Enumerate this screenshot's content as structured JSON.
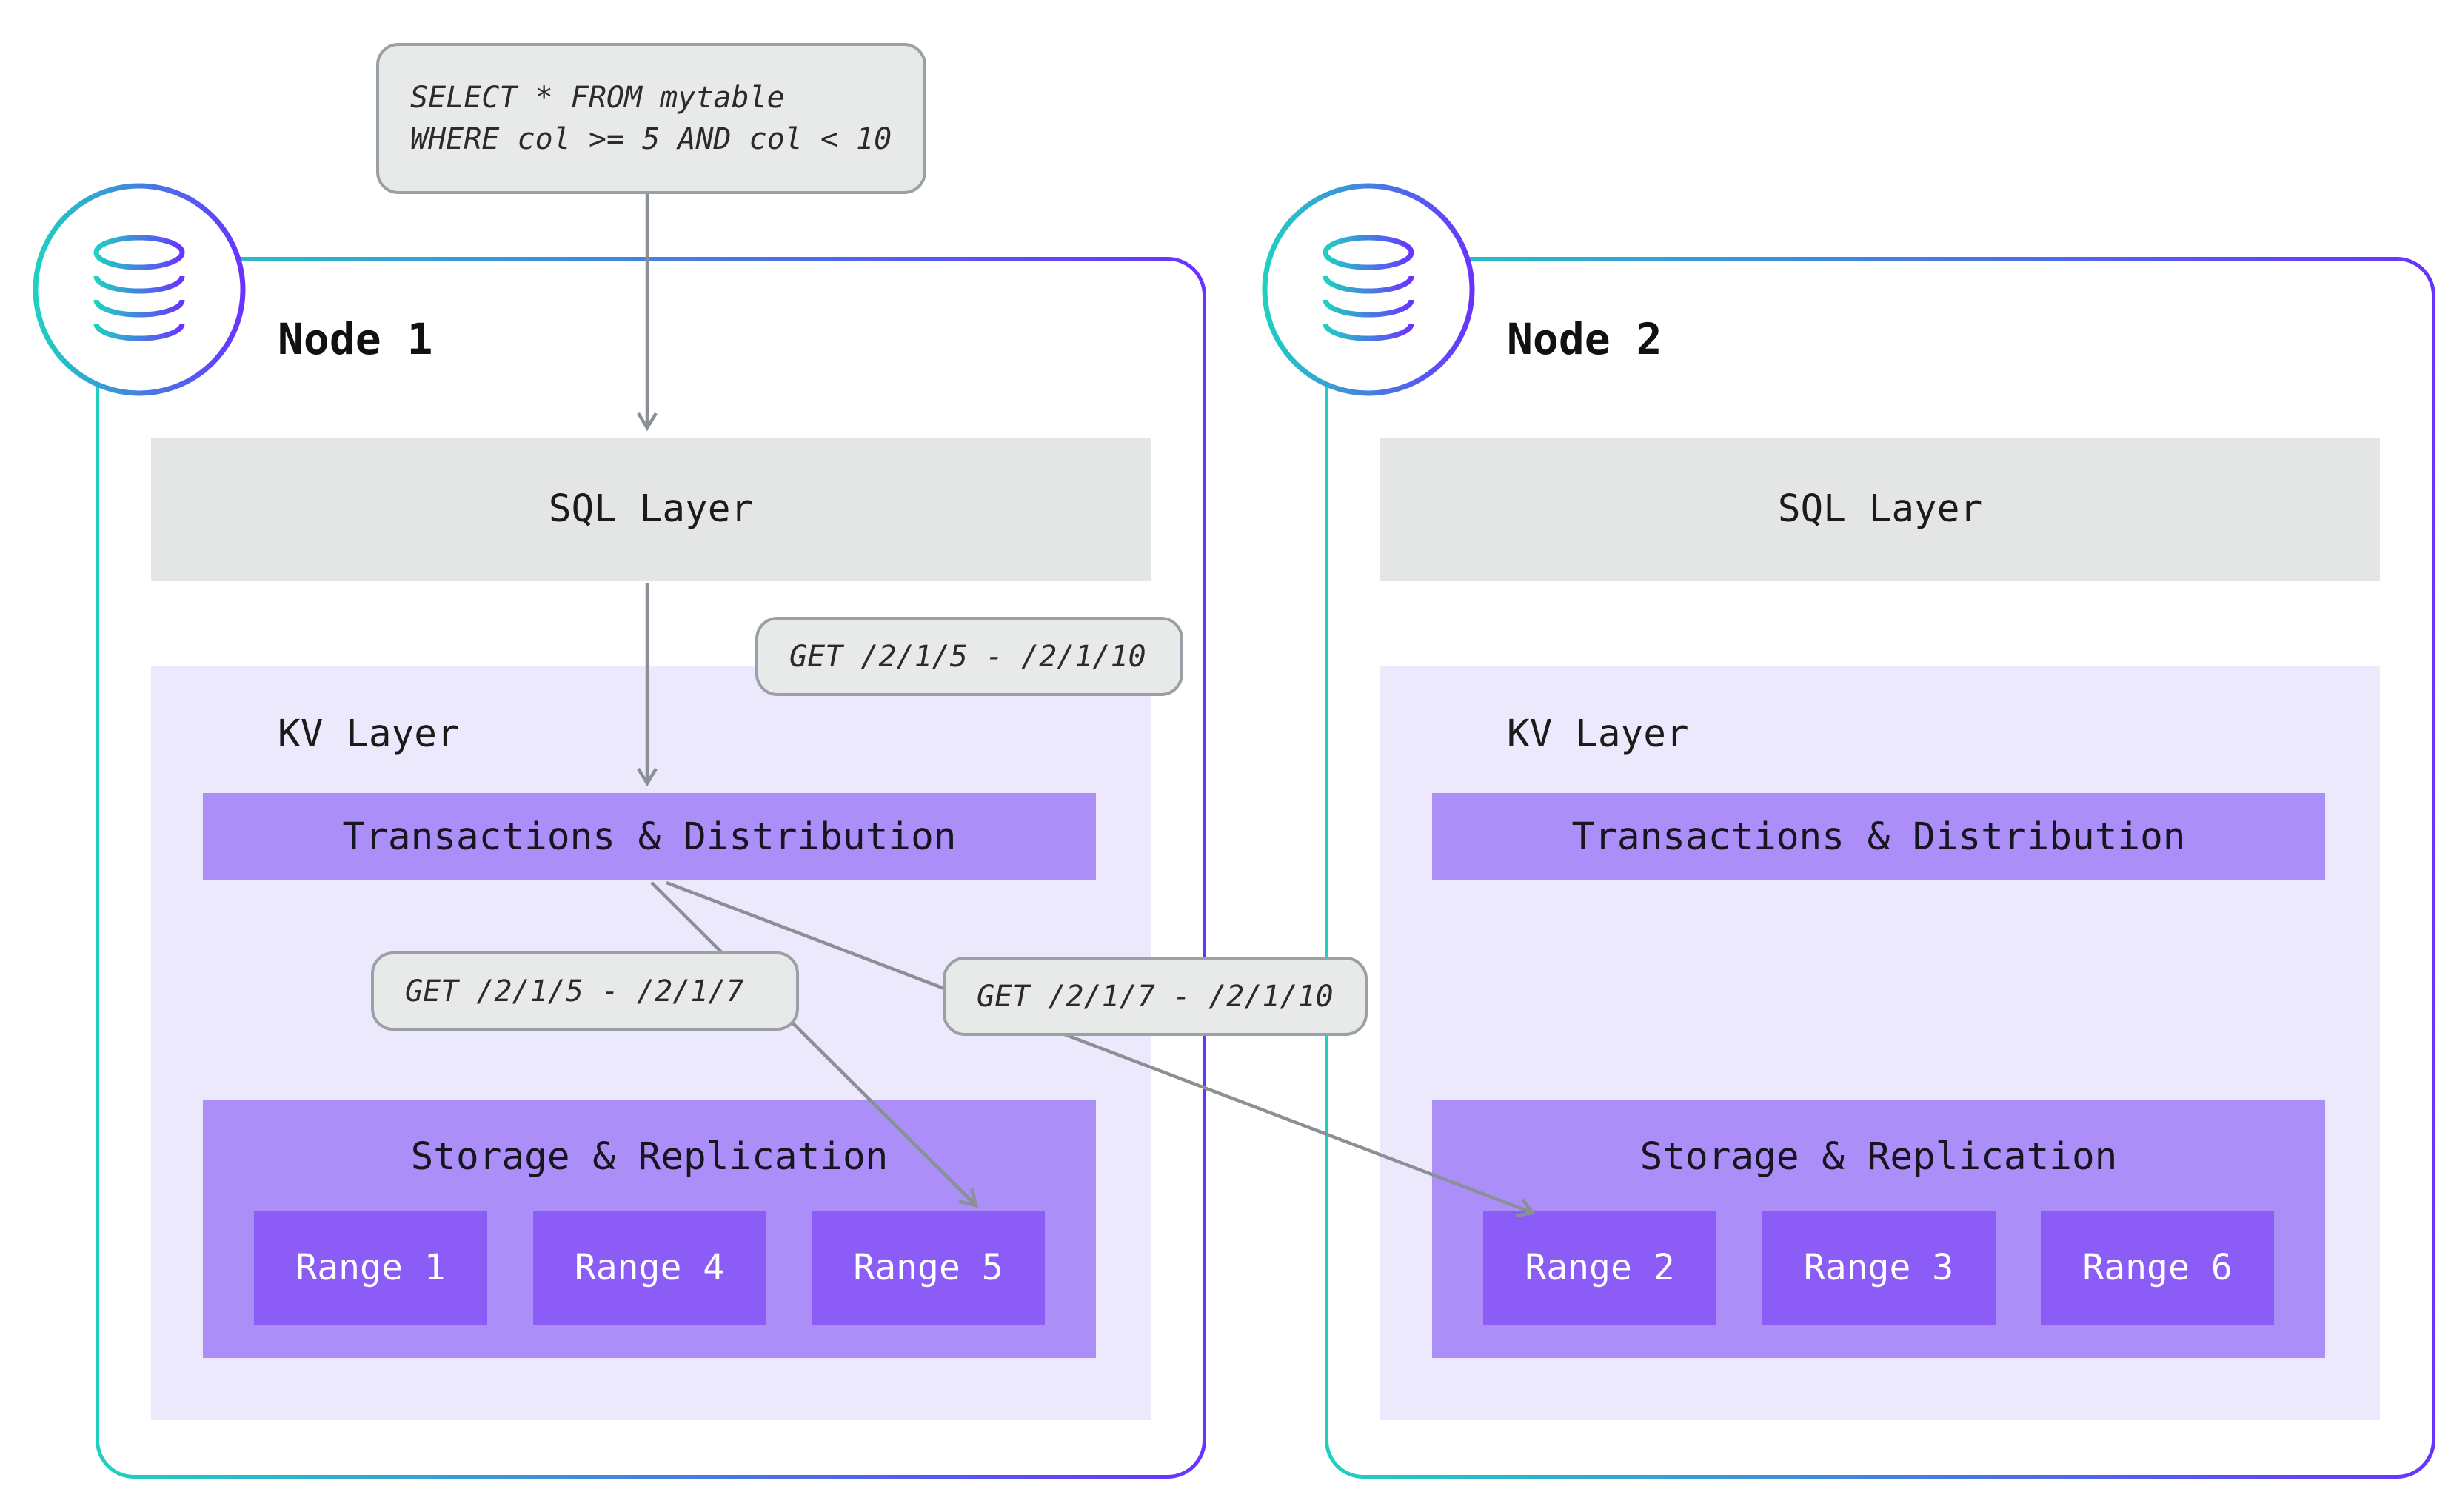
{
  "query": {
    "lines": [
      "SELECT * FROM mytable",
      "WHERE col >= 5 AND col < 10"
    ]
  },
  "get_labels": {
    "sql_to_kv": "GET /2/1/5 - /2/1/10",
    "local_range": "GET /2/1/5 - /2/1/7",
    "remote_range": "GET /2/1/7 - /2/1/10"
  },
  "nodes": [
    {
      "title": "Node 1",
      "sql_layer_label": "SQL Layer",
      "kv_layer_label": "KV Layer",
      "transactions_label": "Transactions & Distribution",
      "storage_label": "Storage & Replication",
      "ranges": [
        "Range 1",
        "Range 4",
        "Range 5"
      ]
    },
    {
      "title": "Node 2",
      "sql_layer_label": "SQL Layer",
      "kv_layer_label": "KV Layer",
      "transactions_label": "Transactions & Distribution",
      "storage_label": "Storage & Replication",
      "ranges": [
        "Range 2",
        "Range 3",
        "Range 6"
      ]
    }
  ],
  "colors": {
    "gradient_teal": "#1FD0C1",
    "gradient_purple": "#6933FF",
    "kv_background": "#EDE9FC",
    "mid_purple": "#AB8EF8",
    "range_purple": "#8B5CF6",
    "gray_bar": "#E4E6E5",
    "bubble_gray": "#E8EAE9",
    "arrow_gray": "#8A9096"
  }
}
